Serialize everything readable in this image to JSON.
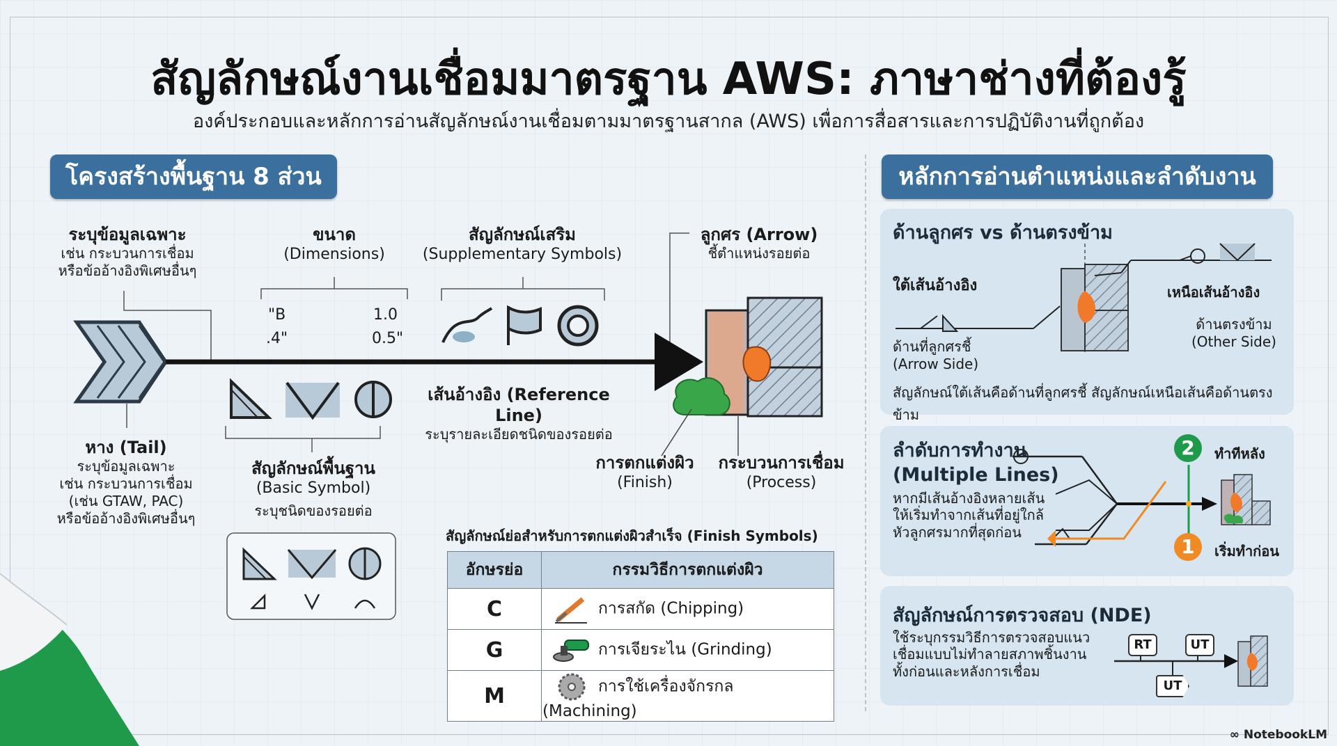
{
  "title": "สัญลักษณ์งานเชื่อมมาตรฐาน AWS: ภาษาช่างที่ต้องรู้",
  "subtitle": "องค์ประกอบและหลักการอ่านสัญลักษณ์งานเชื่อมตามมาตรฐานสากล (AWS) เพื่อการสื่อสารและการปฏิบัติงานที่ถูกต้อง",
  "left": {
    "heading": "โครงสร้างพื้นฐาน 8 ส่วน",
    "specific_info": {
      "title": "ระบุข้อมูลเฉพาะ",
      "line1": "เช่น กระบวนการเชื่อม",
      "line2": "หรือข้ออ้างอิงพิเศษอื่นๆ"
    },
    "dimensions": {
      "title": "ขนาด",
      "subtitle": "(Dimensions)",
      "v1": "\"B",
      "v2": "1.0",
      "v3": ".4\"",
      "v4": "0.5\""
    },
    "supplementary": {
      "title": "สัญลักษณ์เสริม",
      "subtitle": "(Supplementary Symbols)"
    },
    "arrow": {
      "title": "ลูกศร (Arrow)",
      "desc": "ชี้ตำแหน่งรอยต่อ"
    },
    "reference_line": {
      "title": "เส้นอ้างอิง (Reference Line)",
      "desc": "ระบุรายละเอียดชนิดของรอยต่อ"
    },
    "tail": {
      "title": "หาง (Tail)",
      "line1": "ระบุข้อมูลเฉพาะ",
      "line2": "เช่น กระบวนการเชื่อม",
      "line3": "(เช่น GTAW, PAC)",
      "line4": "หรือข้ออ้างอิงพิเศษอื่นๆ"
    },
    "basic_symbol": {
      "title": "สัญลักษณ์พื้นฐาน",
      "subtitle": "(Basic Symbol)",
      "desc": "ระบุชนิดของรอยต่อ"
    },
    "finish": {
      "title": "การตกแต่งผิว",
      "subtitle": "(Finish)"
    },
    "process": {
      "title": "กระบวนการเชื่อม",
      "subtitle": "(Process)"
    },
    "finish_table": {
      "caption": "สัญลักษณ์ย่อสำหรับการตกแต่งผิวสำเร็จ (Finish Symbols)",
      "headers": [
        "อักษรย่อ",
        "กรรมวิธีการตกแต่งผิว"
      ],
      "rows": [
        {
          "abbr": "C",
          "method": "การสกัด (Chipping)",
          "icon": "chisel-icon"
        },
        {
          "abbr": "G",
          "method": "การเจียระไน (Grinding)",
          "icon": "grinder-icon"
        },
        {
          "abbr": "M",
          "method": "การใช้เครื่องจักรกล (Machining)",
          "icon": "saw-blade-icon"
        }
      ]
    }
  },
  "right": {
    "heading": "หลักการอ่านตำแหน่งและลำดับงาน",
    "card1": {
      "title": "ด้านลูกศร vs ด้านตรงข้าม",
      "below_ref": "ใต้เส้นอ้างอิง",
      "above_ref": "เหนือเส้นอ้างอิง",
      "arrow_side": "ด้านที่ลูกศรชี้",
      "arrow_side_en": "(Arrow Side)",
      "other_side": "ด้านตรงข้าม",
      "other_side_en": "(Other Side)",
      "summary": "สัญลักษณ์ใต้เส้นคือด้านที่ลูกศรชี้ สัญลักษณ์เหนือเส้นคือด้านตรงข้าม"
    },
    "card2": {
      "title": "ลำดับการทำงาน",
      "title_en": "(Multiple Lines)",
      "line1": "หากมีเส้นอ้างอิงหลายเส้น",
      "line2": "ให้เริ่มทำจากเส้นที่อยู่ใกล้",
      "line3": "หัวลูกศรมากที่สุดก่อน",
      "step2_num": "2",
      "step2_label": "ทำทีหลัง",
      "step1_num": "1",
      "step1_label": "เริ่มทำก่อน"
    },
    "card3": {
      "title": "สัญลักษณ์การตรวจสอบ (NDE)",
      "line1": "ใช้ระบุกรรมวิธีการตรวจสอบแนว",
      "line2": "เชื่อมแบบไม่ทำลายสภาพชิ้นงาน",
      "line3": "ทั้งก่อนและหลังการเชื่อม",
      "tag1": "RT",
      "tag2": "UT",
      "tag3": "UT"
    }
  },
  "footer": {
    "brand": "NotebookLM"
  },
  "colors": {
    "heading_bg": "#3a6f9e",
    "weld": "#f07a2a",
    "green": "#1f9a4a",
    "step1": "#f08a24",
    "step2": "#1f9a4a"
  }
}
